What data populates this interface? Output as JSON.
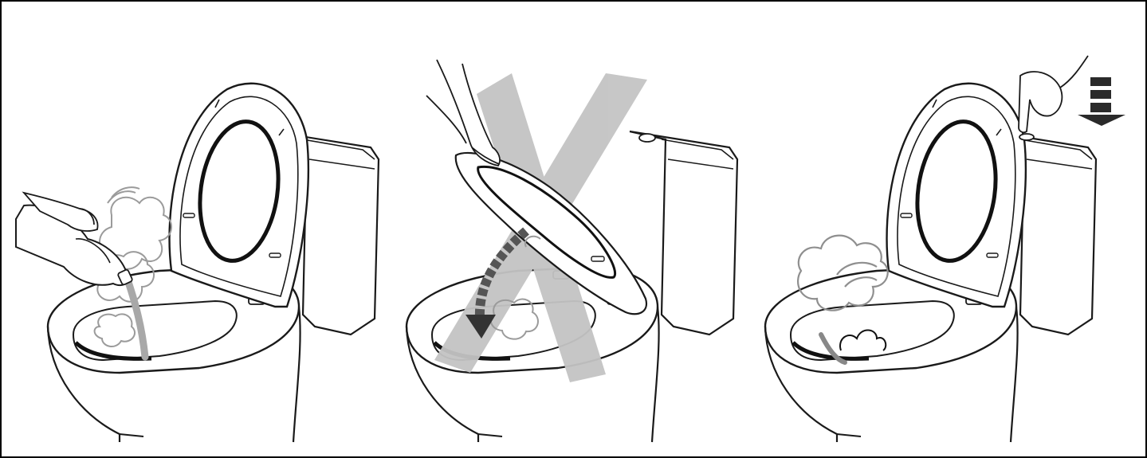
{
  "diagram": {
    "panels": [
      {
        "id": "panel-1",
        "marker": "none"
      },
      {
        "id": "panel-2",
        "marker": "cross"
      },
      {
        "id": "panel-3",
        "marker": "down-arrow"
      }
    ],
    "colors": {
      "line": "#1a1a1a",
      "cross": "#c2c2c2",
      "steam": "#9b9b9b",
      "arrow": "#555555",
      "frame": "#000000",
      "background": "#ffffff"
    },
    "icons": [
      "toilet-icon",
      "seat-lid-icon",
      "cistern-icon",
      "hand-icon",
      "cleaner-bottle-icon",
      "steam-icon",
      "cross-icon",
      "curved-arrow-icon",
      "flush-button-icon",
      "down-arrow-icon"
    ]
  }
}
